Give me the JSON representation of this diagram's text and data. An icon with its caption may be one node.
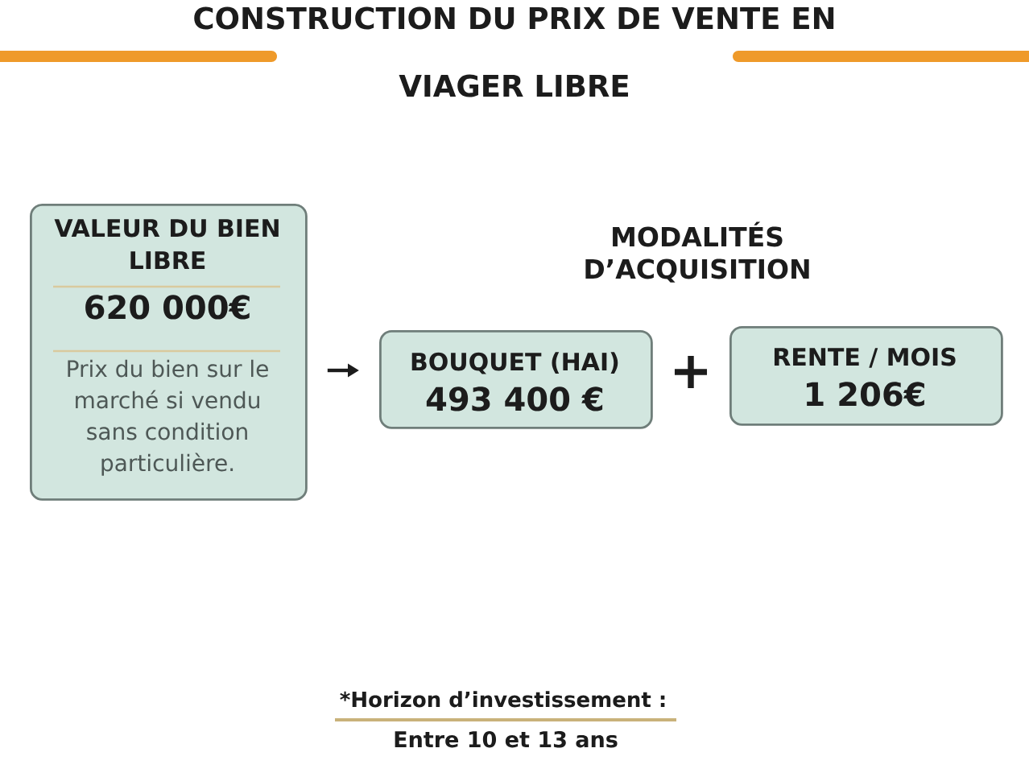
{
  "diagram": {
    "title": "CONSTRUCTION DU PRIX DE VENTE EN VIAGER LIBRE",
    "nodes": [
      {
        "text": [
          "VALEUR DU BIEN LIBRE",
          "620 000€",
          "Prix du bien sur le marché si vendu sans condition particulière."
        ]
      },
      {
        "text": [
          "BOUQUET (HAI)",
          "493 400 €"
        ]
      },
      {
        "text": [
          "RENTE / MOIS",
          "1 206€"
        ]
      }
    ],
    "edges": [
      {
        "from": 0,
        "to": 1,
        "arrow": "to"
      }
    ],
    "labels": [
      "MODALITÉS D’ACQUISITION",
      "+",
      "*Horizon d’investissement :",
      "Entre 10 et 13 ans"
    ]
  }
}
